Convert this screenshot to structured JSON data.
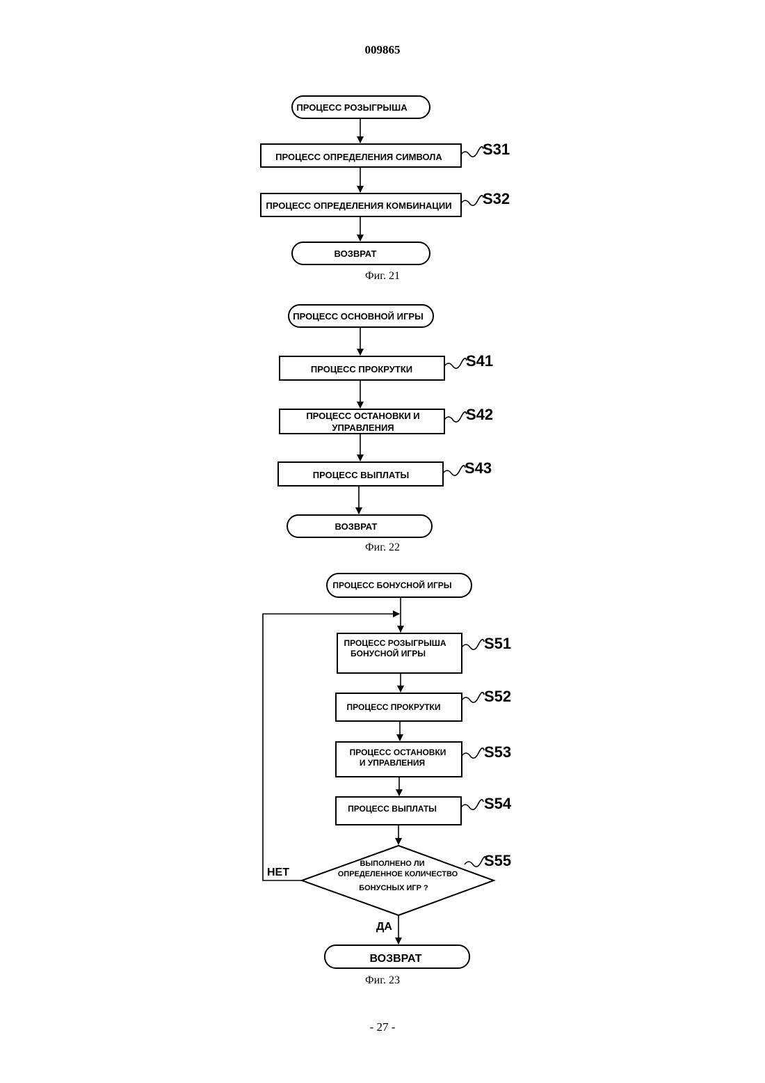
{
  "header": {
    "doc_number": "009865"
  },
  "footer": {
    "page_number": "- 27 -"
  },
  "fig21": {
    "caption": "Фиг. 21",
    "start": "ПРОЦЕСС РОЗЫГРЫША",
    "s31": {
      "label": "S31",
      "text": "ПРОЦЕСС ОПРЕДЕЛЕНИЯ СИМВОЛА"
    },
    "s32": {
      "label": "S32",
      "text": "ПРОЦЕСС ОПРЕДЕЛЕНИЯ КОМБИНАЦИИ"
    },
    "end": "ВОЗВРАТ"
  },
  "fig22": {
    "caption": "Фиг. 22",
    "start": "ПРОЦЕСС ОСНОВНОЙ ИГРЫ",
    "s41": {
      "label": "S41",
      "text": "ПРОЦЕСС  ПРОКРУТКИ"
    },
    "s42": {
      "label": "S42",
      "line1": "ПРОЦЕСС ОСТАНОВКИ И",
      "line2": "УПРАВЛЕНИЯ"
    },
    "s43": {
      "label": "S43",
      "text": "ПРОЦЕСС ВЫПЛАТЫ"
    },
    "end": "ВОЗВРАТ"
  },
  "fig23": {
    "caption": "Фиг. 23",
    "start": "ПРОЦЕСС БОНУСНОЙ ИГРЫ",
    "s51": {
      "label": "S51",
      "line1": "ПРОЦЕСС РОЗЫГРЫША",
      "line2": "БОНУСНОЙ ИГРЫ"
    },
    "s52": {
      "label": "S52",
      "text": "ПРОЦЕСС ПРОКРУТКИ"
    },
    "s53": {
      "label": "S53",
      "line1": "ПРОЦЕСС ОСТАНОВКИ",
      "line2": "И УПРАВЛЕНИЯ"
    },
    "s54": {
      "label": "S54",
      "text": "ПРОЦЕСС ВЫПЛАТЫ"
    },
    "s55": {
      "label": "S55",
      "line1": "ВЫПОЛНЕНО ЛИ",
      "line2": "ОПРЕДЕЛЕННОЕ КОЛИЧЕСТВО",
      "line3": "БОНУСНЫХ ИГР ?"
    },
    "no_label": "НЕТ",
    "yes_label": "ДА",
    "end": "ВОЗВРАТ"
  }
}
